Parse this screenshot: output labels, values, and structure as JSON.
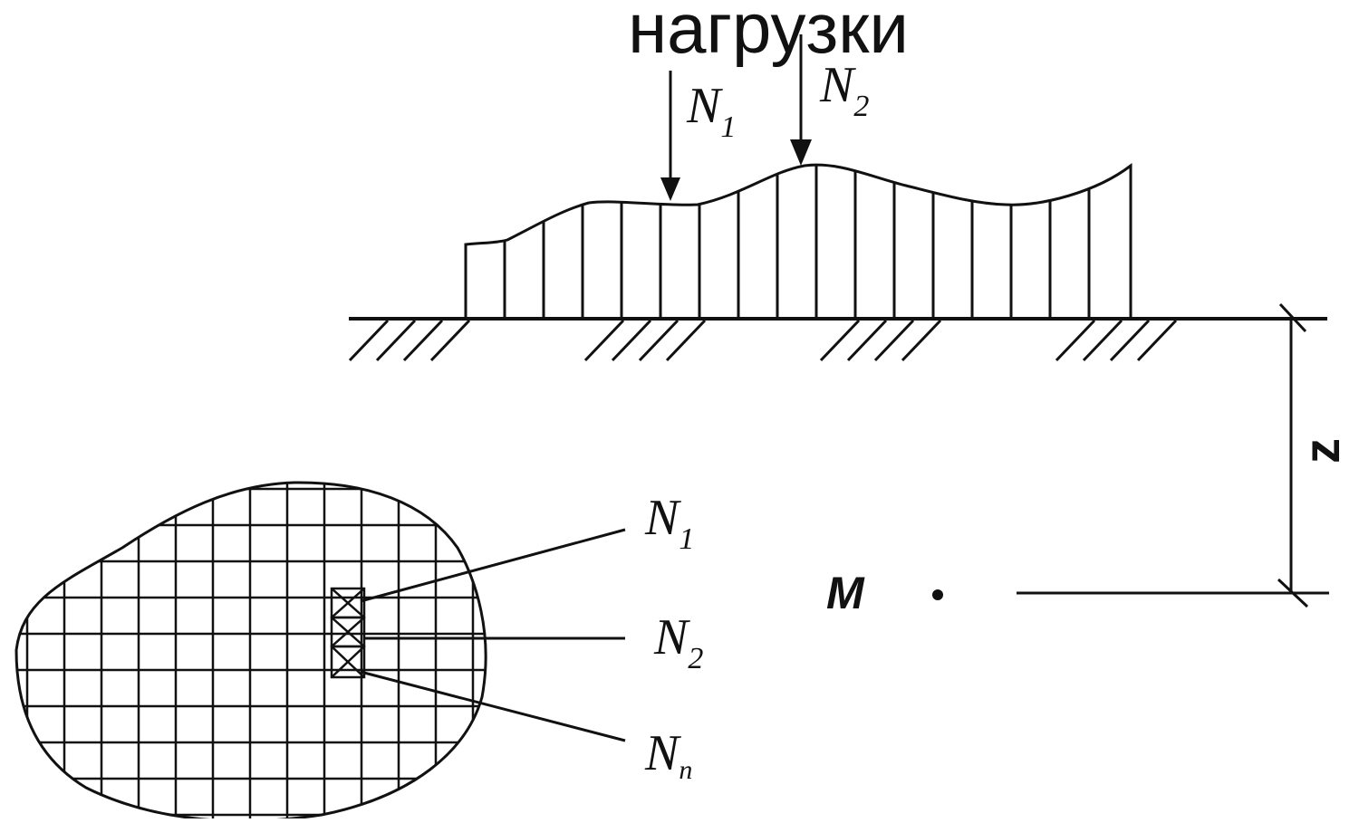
{
  "slide": {
    "title_fragment": "нагрузки"
  },
  "diagram": {
    "top_load": {
      "force_1": {
        "letter": "N",
        "subscript": "1"
      },
      "force_2": {
        "letter": "N",
        "subscript": "2"
      }
    },
    "area_plan": {
      "label_1": {
        "letter": "N",
        "subscript": "1"
      },
      "label_2": {
        "letter": "N",
        "subscript": "2"
      },
      "label_n": {
        "letter": "N",
        "subscript": "n"
      }
    },
    "point_label": "M",
    "depth_label": "z"
  },
  "colors": {
    "ink": "#111111",
    "background": "#ffffff"
  }
}
